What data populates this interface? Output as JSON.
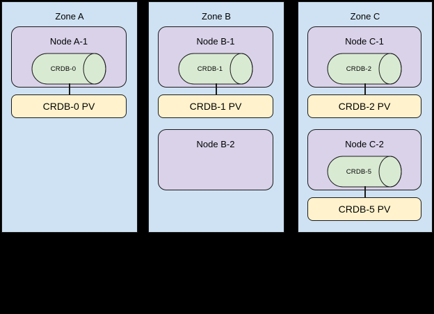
{
  "diagram": {
    "colors": {
      "page_bg": "#000000",
      "zone_fill": "#cfe2f3",
      "node_fill": "#d9d2e9",
      "pod_fill": "#d9ead3",
      "pv_fill": "#fff2cc",
      "stroke": "#1a1a1a"
    },
    "zones": [
      {
        "label": "Zone A",
        "nodes": [
          {
            "label": "Node A-1",
            "pod": "CRDB-0",
            "pv": "CRDB-0 PV"
          }
        ]
      },
      {
        "label": "Zone B",
        "nodes": [
          {
            "label": "Node B-1",
            "pod": "CRDB-1",
            "pv": "CRDB-1 PV"
          },
          {
            "label": "Node B-2"
          }
        ]
      },
      {
        "label": "Zone C",
        "nodes": [
          {
            "label": "Node C-1",
            "pod": "CRDB-2",
            "pv": "CRDB-2 PV"
          },
          {
            "label": "Node C-2",
            "pod": "CRDB-5",
            "pv": "CRDB-5 PV"
          }
        ]
      }
    ]
  }
}
